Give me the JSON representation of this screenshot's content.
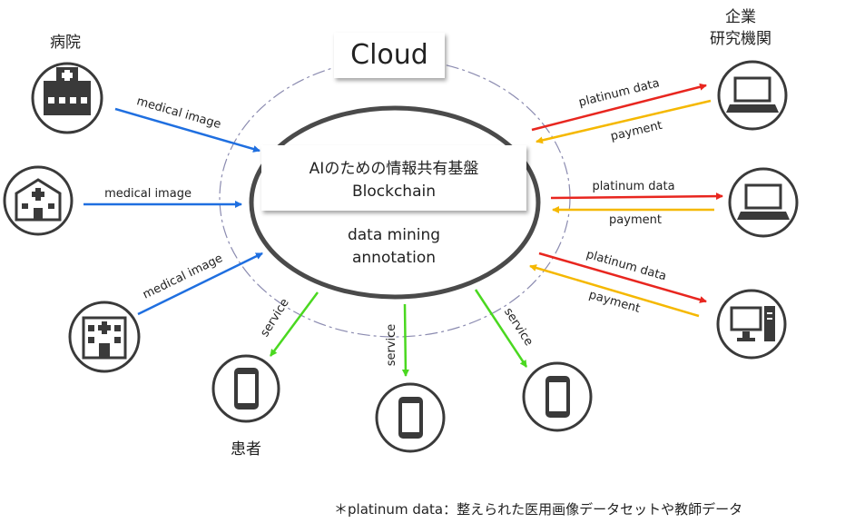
{
  "cloud": {
    "title": "Cloud"
  },
  "platform": {
    "line1": "AIのための情報共有基盤",
    "line2": "Blockchain",
    "line3": "data mining",
    "line4": "annotation"
  },
  "groups": {
    "hospital": "病院",
    "company_line1": "企業",
    "company_line2": "研究機関",
    "patient": "患者"
  },
  "flows": {
    "medical_image": "medical image",
    "platinum_data": "platinum data",
    "payment": "payment",
    "service": "service"
  },
  "footnote": "＊platinum data：整えられた医用画像データセットや教師データ",
  "colors": {
    "medical_arrow": "#1f6fe0",
    "platinum_arrow": "#e8261f",
    "payment_arrow": "#f5b800",
    "service_arrow": "#4ad820",
    "icon_dark": "#3a3a3a"
  },
  "icons": {
    "hospitals": [
      "hospital-building-icon",
      "hospital-building-icon",
      "hospital-building-icon"
    ],
    "companies": [
      "laptop-icon",
      "laptop-icon",
      "desktop-computer-icon"
    ],
    "patients": [
      "smartphone-icon",
      "smartphone-icon",
      "smartphone-icon"
    ]
  }
}
